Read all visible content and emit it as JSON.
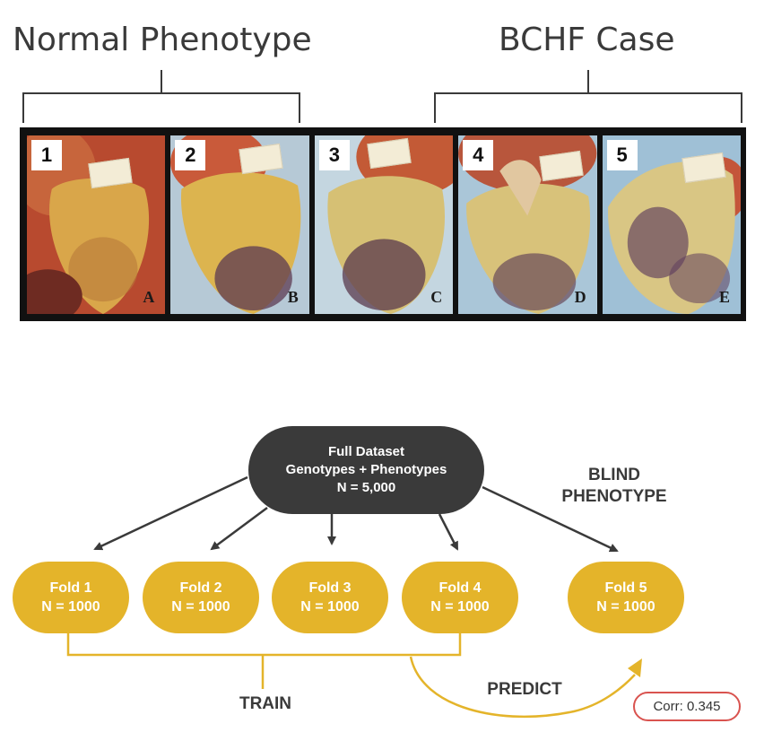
{
  "groups": {
    "normal_title": "Normal Phenotype",
    "bchf_title": "BCHF Case"
  },
  "panels": [
    {
      "number": "1",
      "letter": "A"
    },
    {
      "number": "2",
      "letter": "B"
    },
    {
      "number": "3",
      "letter": "C"
    },
    {
      "number": "4",
      "letter": "D"
    },
    {
      "number": "5",
      "letter": "E"
    }
  ],
  "dataset": {
    "line1": "Full Dataset",
    "line2": "Genotypes + Phenotypes",
    "line3": "N = 5,000"
  },
  "folds": [
    {
      "name": "Fold 1",
      "n": "N = 1000"
    },
    {
      "name": "Fold 2",
      "n": "N = 1000"
    },
    {
      "name": "Fold 3",
      "n": "N = 1000"
    },
    {
      "name": "Fold 4",
      "n": "N = 1000"
    },
    {
      "name": "Fold 5",
      "n": "N = 1000"
    }
  ],
  "labels": {
    "blind_line1": "BLIND",
    "blind_line2": "PHENOTYPE",
    "train": "TRAIN",
    "predict": "PREDICT",
    "corr": "Corr: 0.345"
  },
  "colors": {
    "dark_node": "#3a3a3a",
    "fold": "#e4b42a",
    "badge_border": "#d9534f"
  }
}
